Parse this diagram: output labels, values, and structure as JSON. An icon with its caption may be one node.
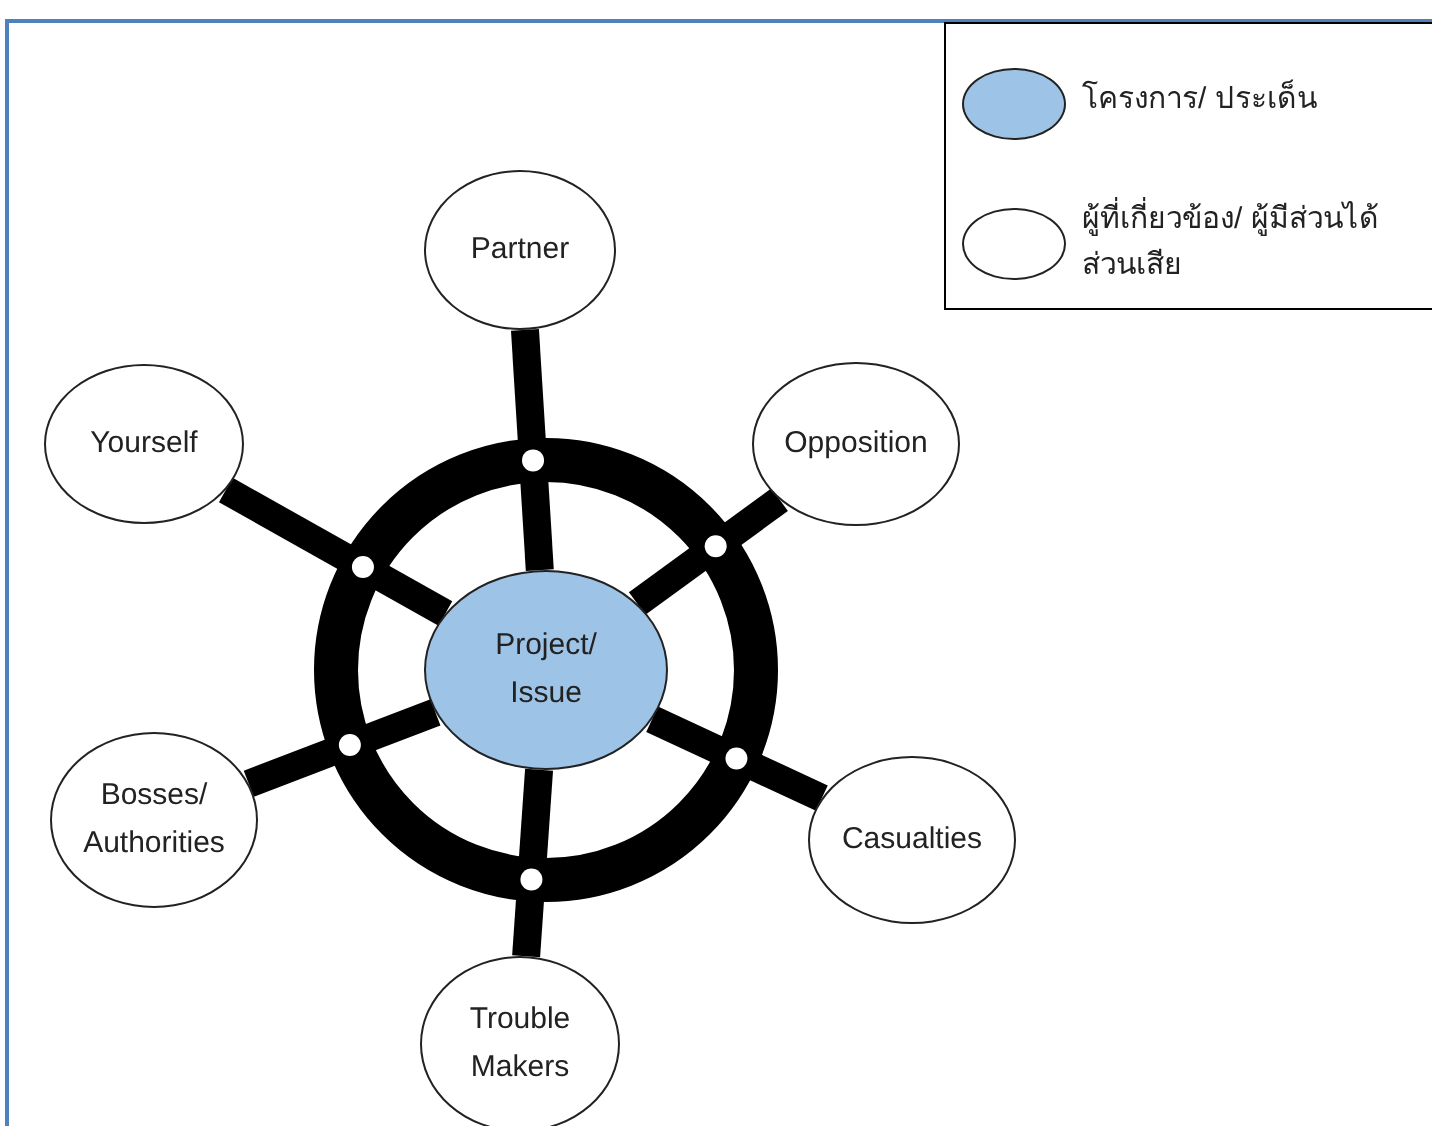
{
  "diagram": {
    "nodes": [
      {
        "text": [
          "Partner"
        ]
      },
      {
        "text": [
          "Yourself"
        ]
      },
      {
        "text": [
          "Opposition"
        ]
      },
      {
        "text": [
          "Project/ Issue"
        ]
      },
      {
        "text": [
          "Bosses/ Authorities"
        ]
      },
      {
        "text": [
          "Casualties"
        ]
      },
      {
        "text": [
          "Trouble Makers"
        ]
      }
    ],
    "edges": [
      {
        "from": 3,
        "to": 0,
        "arrow": "none"
      },
      {
        "from": 3,
        "to": 1,
        "arrow": "none"
      },
      {
        "from": 3,
        "to": 2,
        "arrow": "none"
      },
      {
        "from": 3,
        "to": 4,
        "arrow": "none"
      },
      {
        "from": 3,
        "to": 5,
        "arrow": "none"
      },
      {
        "from": 3,
        "to": 6,
        "arrow": "none"
      }
    ],
    "legend": [
      {
        "text": "โครงการ/ ประเด็น",
        "color": "#9dc3e6"
      },
      {
        "text": "ผู้ที่เกี่ยวข้อง/ ผู้มีส่วนได้ส่วนเสีย",
        "color": "#ffffff"
      }
    ]
  }
}
